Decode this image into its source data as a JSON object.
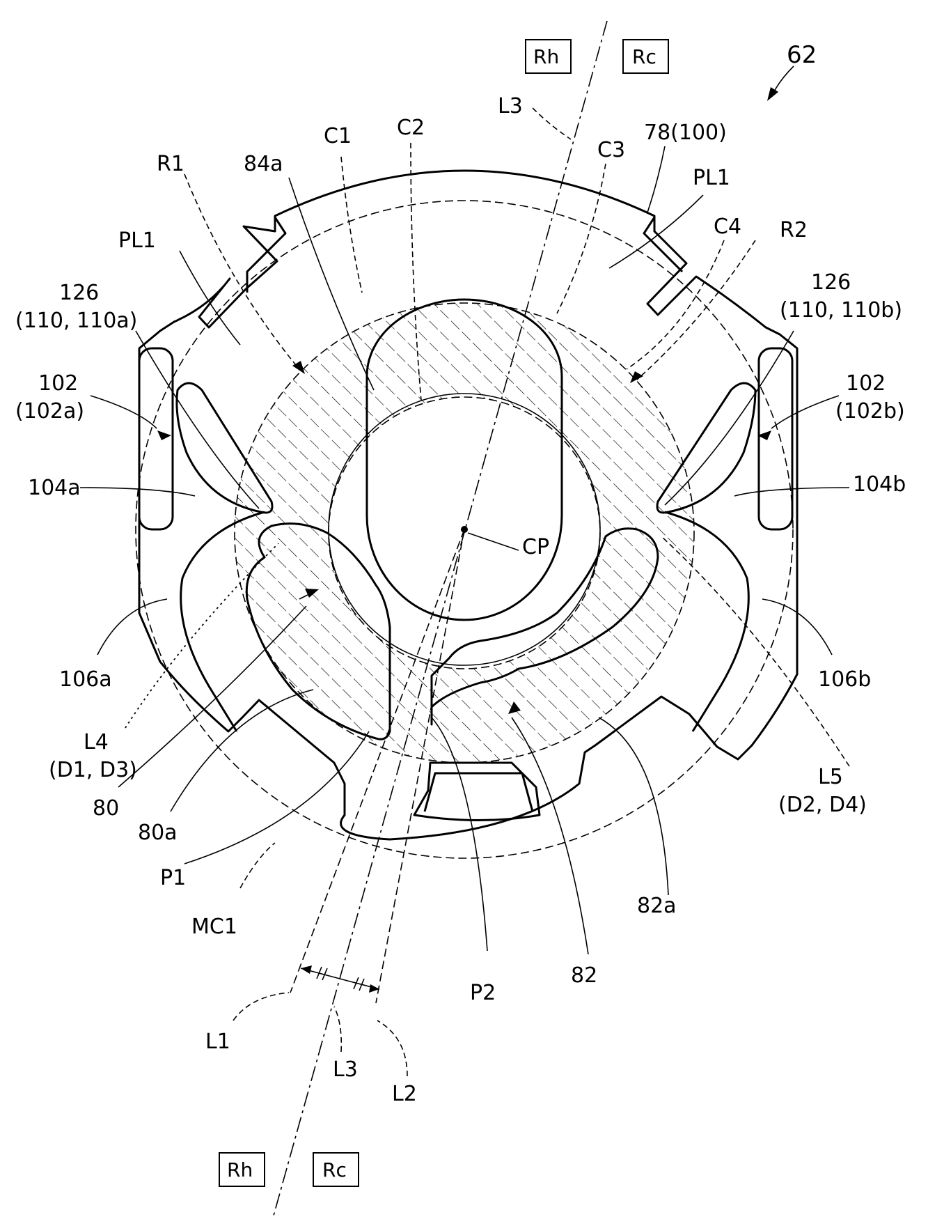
{
  "labels": {
    "fig_ref": "62",
    "rh_top": "Rh",
    "rc_top": "Rc",
    "rh_bottom": "Rh",
    "rc_bottom": "Rc",
    "l3_top": "L3",
    "c1": "C1",
    "c2": "C2",
    "c3": "C3",
    "c4": "C4",
    "r1": "R1",
    "r2": "R2",
    "p84a": "84a",
    "p78": "78(100)",
    "pl1_left": "PL1",
    "pl1_right": "PL1",
    "p126_left": "126",
    "p126_left_sub": "(110, 110a)",
    "p126_right": "126",
    "p126_right_sub": "(110, 110b)",
    "p102_left": "102",
    "p102_left_sub": "(102a)",
    "p102_right": "102",
    "p102_right_sub": "(102b)",
    "p104a": "104a",
    "p104b": "104b",
    "cp": "CP",
    "p106a": "106a",
    "p106b": "106b",
    "l4": "L4",
    "l4_sub": "(D1, D3)",
    "l5": "L5",
    "l5_sub": "(D2, D4)",
    "p80": "80",
    "p80a": "80a",
    "p82a": "82a",
    "p82": "82",
    "p1": "P1",
    "p2": "P2",
    "mc1": "MC1",
    "l1": "L1",
    "l3_bottom": "L3",
    "l2": "L2"
  }
}
